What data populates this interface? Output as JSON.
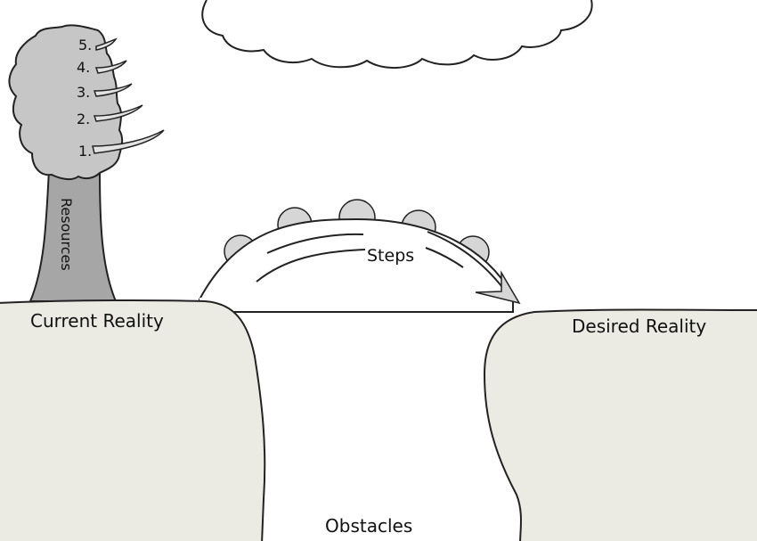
{
  "labels": {
    "current_reality": "Current Reality",
    "desired_reality": "Desired Reality",
    "steps": "Steps",
    "obstacles": "Obstacles",
    "resources": "Resources"
  },
  "branches": [
    "5.",
    "4.",
    "3.",
    "2.",
    "1."
  ],
  "colors": {
    "ground": "#ebebe4",
    "canopy": "#c6c6c6",
    "trunk": "#a6a6a6",
    "stone": "#d6d6d6",
    "outline": "#222222"
  }
}
